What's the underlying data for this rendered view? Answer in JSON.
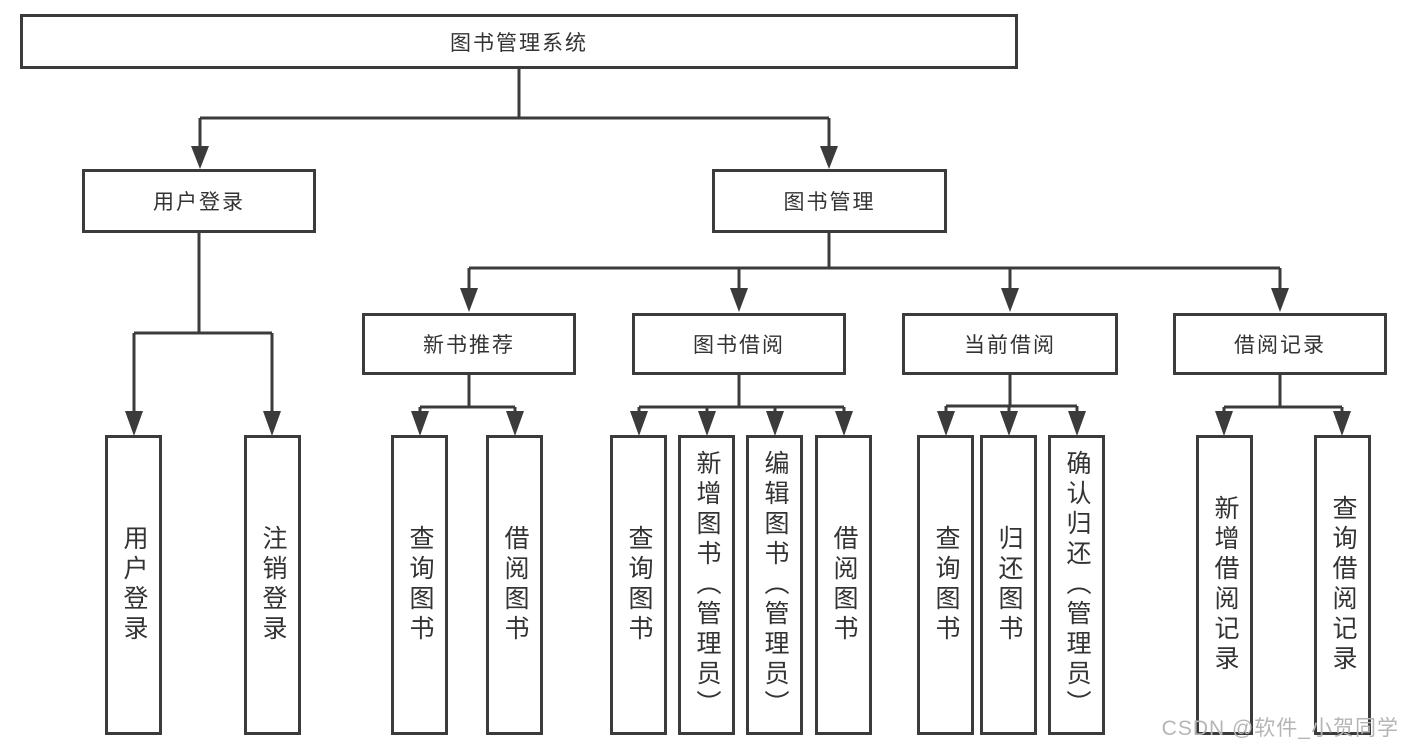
{
  "diagram": {
    "root": "图书管理系统",
    "branches": [
      {
        "label": "用户登录",
        "children": [
          "用户登录",
          "注销登录"
        ]
      },
      {
        "label": "图书管理",
        "sections": [
          {
            "label": "新书推荐",
            "children": [
              "查询图书",
              "借阅图书"
            ]
          },
          {
            "label": "图书借阅",
            "children": [
              "查询图书",
              "新增图书（管理员）",
              "编辑图书（管理员）",
              "借阅图书"
            ]
          },
          {
            "label": "当前借阅",
            "children": [
              "查询图书",
              "归还图书",
              "确认归还（管理员）"
            ]
          },
          {
            "label": "借阅记录",
            "children": [
              "新增借阅记录",
              "查询借阅记录"
            ]
          }
        ]
      }
    ],
    "colors": {
      "line": "#3b3b3b",
      "text": "#333333",
      "box_background": "#ffffff"
    }
  },
  "watermark": {
    "text": "CSDN @软件_小贺同学",
    "color": "#b5b5b8"
  }
}
